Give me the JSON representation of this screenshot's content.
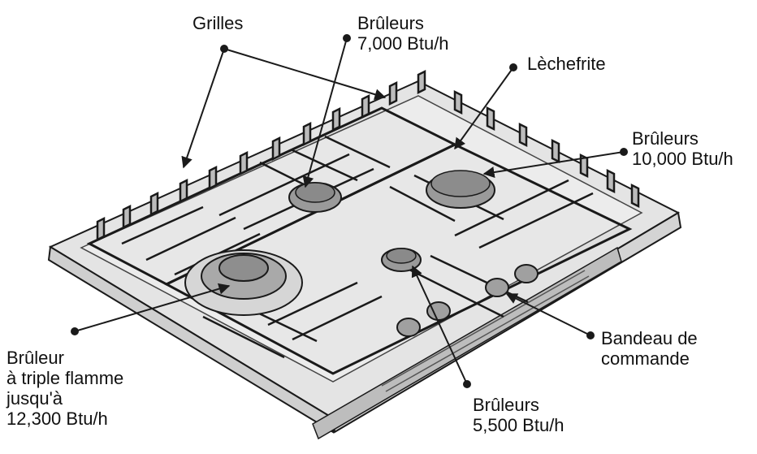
{
  "labels": {
    "grilles": "Grilles",
    "burner_7000": [
      "Brûleurs",
      "7,000 Btu/h"
    ],
    "lechefrite": "Lèchefrite",
    "burner_10000": [
      "Brûleurs",
      "10,000 Btu/h"
    ],
    "triple": [
      "Brûleur",
      "à triple flamme",
      "jusqu'à",
      "12,300 Btu/h"
    ],
    "bandeau": [
      "Bandeau de",
      "commande"
    ],
    "burner_5500": [
      "Brûleurs",
      "5,500 Btu/h"
    ]
  },
  "colors": {
    "outline": "#1a1a1a",
    "steel": "#e2e2e2",
    "grate": "#b9b9b9",
    "burner": "#8e8e8e"
  }
}
